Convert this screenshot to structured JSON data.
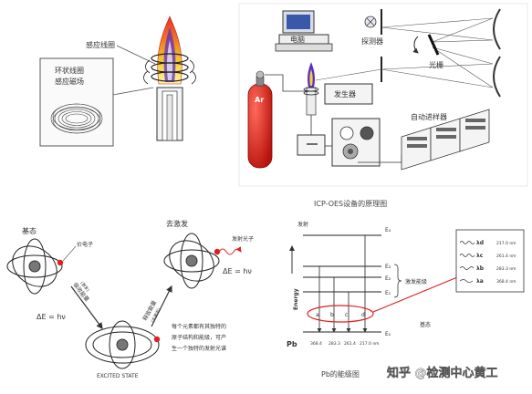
{
  "top_left": {
    "induction_coil": "感应线圈",
    "ring_coil_line1": "环状线圈",
    "ring_coil_line2": "感应磁场"
  },
  "top_right": {
    "computer": "电脑",
    "detector": "探测器",
    "grating": "光栅",
    "argon": "Ar",
    "generator": "发生器",
    "autosampler": "自动进样器",
    "caption": "ICP-OES设备的原理图"
  },
  "bottom_left": {
    "ground_state": "基态",
    "excited_state_cn": "去激发",
    "valence_electron": "价电子",
    "emit_photon": "发射光子",
    "absorb_energy": "吸收能量",
    "absorb_energy_sub": "(激发)",
    "release_energy": "释放能量",
    "release_energy_sub": "(去激发)",
    "delta_e_left": "ΔE = hν",
    "delta_e_right": "ΔE = hν",
    "excited_state_en": "EXCITED STATE",
    "description_line1": "每个元素都有其独特的",
    "description_line2": "原子结构和能级，可产",
    "description_line3": "生一个独特的发射光谱"
  },
  "bottom_right": {
    "emission": "发射",
    "energy_axis": "Energy",
    "level_top": "E₄",
    "level_3": "E₃",
    "level_2": "E₂",
    "level_1": "E₁",
    "level_0": "E₀",
    "excited_levels": "激发能级",
    "ground_state": "基态",
    "element": "Pb",
    "transitions": [
      "a",
      "b",
      "c",
      "d"
    ],
    "wavelength_ticks": [
      "368.4",
      "283.3",
      "261.4",
      "217.0 nm"
    ],
    "legend": [
      {
        "symbol": "λd",
        "value": "217.0 nm"
      },
      {
        "symbol": "λc",
        "value": "261.4 nm"
      },
      {
        "symbol": "λb",
        "value": "283.3 nm"
      },
      {
        "symbol": "λa",
        "value": "368.4 nm"
      }
    ],
    "caption": "Pb的能级图"
  },
  "watermark": "知乎 @检测中心黄工"
}
